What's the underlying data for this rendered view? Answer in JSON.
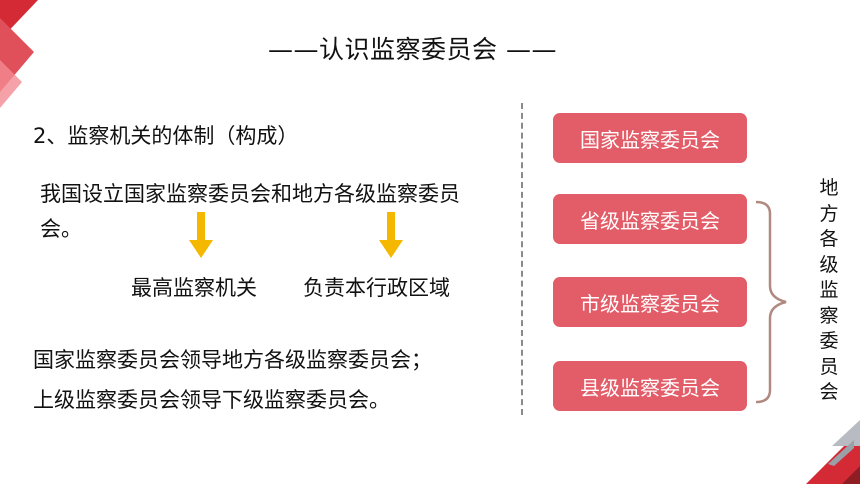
{
  "title": "——认识监察委员会 ——",
  "section": {
    "heading": "2、监察机关的体制（构成）",
    "intro": "我国设立国家监察委员会和地方各级监察委员会。",
    "labels": [
      "最高监察机关",
      "负责本行政区域"
    ],
    "conclusion_lines": [
      "国家监察委员会领导地方各级监察委员会；",
      "上级监察委员会领导下级监察委员会。"
    ]
  },
  "hierarchy": {
    "boxes": [
      "国家监察委员会",
      "省级监察委员会",
      "市级监察委员会",
      "县级监察委员会"
    ],
    "group_label": [
      "地",
      "方",
      "各",
      "级",
      "监",
      "察",
      "委",
      "员",
      "会"
    ]
  },
  "colors": {
    "box_fill": "#e35d68",
    "arrow": "#f5b800",
    "accent_red": "#d42a35"
  }
}
